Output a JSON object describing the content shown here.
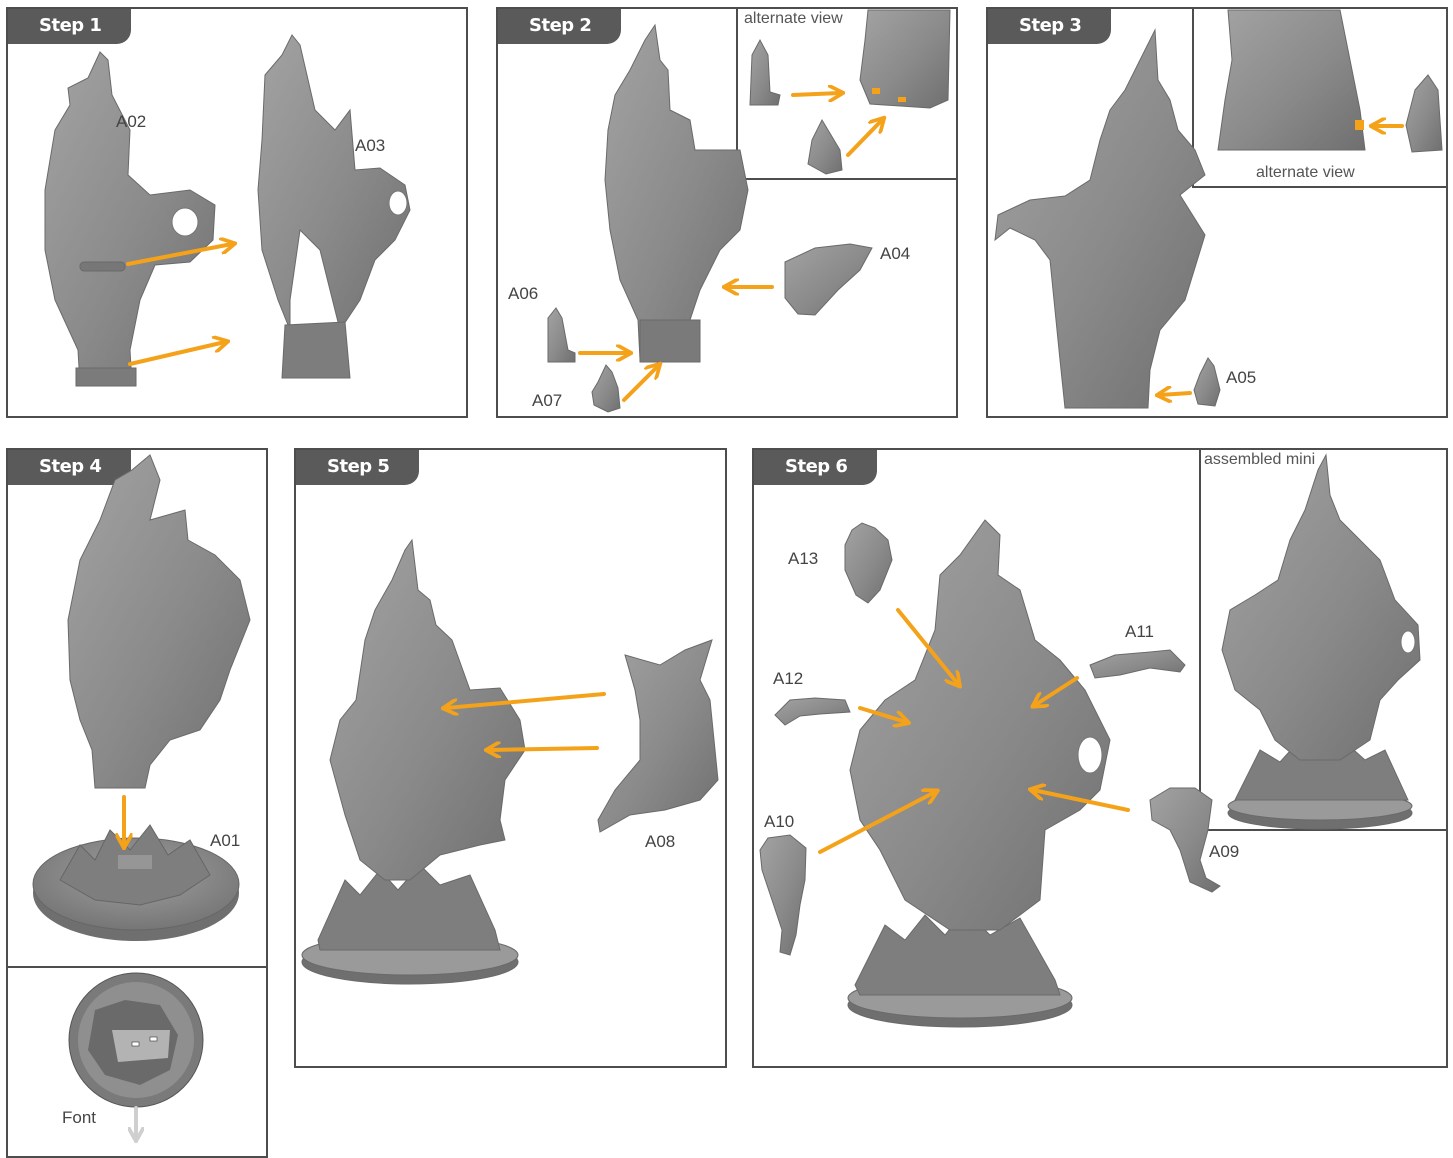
{
  "steps": [
    {
      "title": "Step 1"
    },
    {
      "title": "Step 2"
    },
    {
      "title": "Step 3"
    },
    {
      "title": "Step 4"
    },
    {
      "title": "Step 5"
    },
    {
      "title": "Step 6"
    }
  ],
  "insets": {
    "alternate_view_1": "alternate view",
    "alternate_view_2": "alternate view",
    "assembled": "assembled mini"
  },
  "parts": {
    "a01": "A01",
    "a02": "A02",
    "a03": "A03",
    "a04": "A04",
    "a05": "A05",
    "a06": "A06",
    "a07": "A07",
    "a08": "A08",
    "a09": "A09",
    "a10": "A10",
    "a11": "A11",
    "a12": "A12",
    "a13": "A13"
  },
  "font_label": "Font",
  "colors": {
    "arrow": "#f5a21b",
    "model": "#8c8c8c",
    "border": "#4d4d4d",
    "tab": "#5a5a5a",
    "font_arrow": "#cfcfcf"
  }
}
